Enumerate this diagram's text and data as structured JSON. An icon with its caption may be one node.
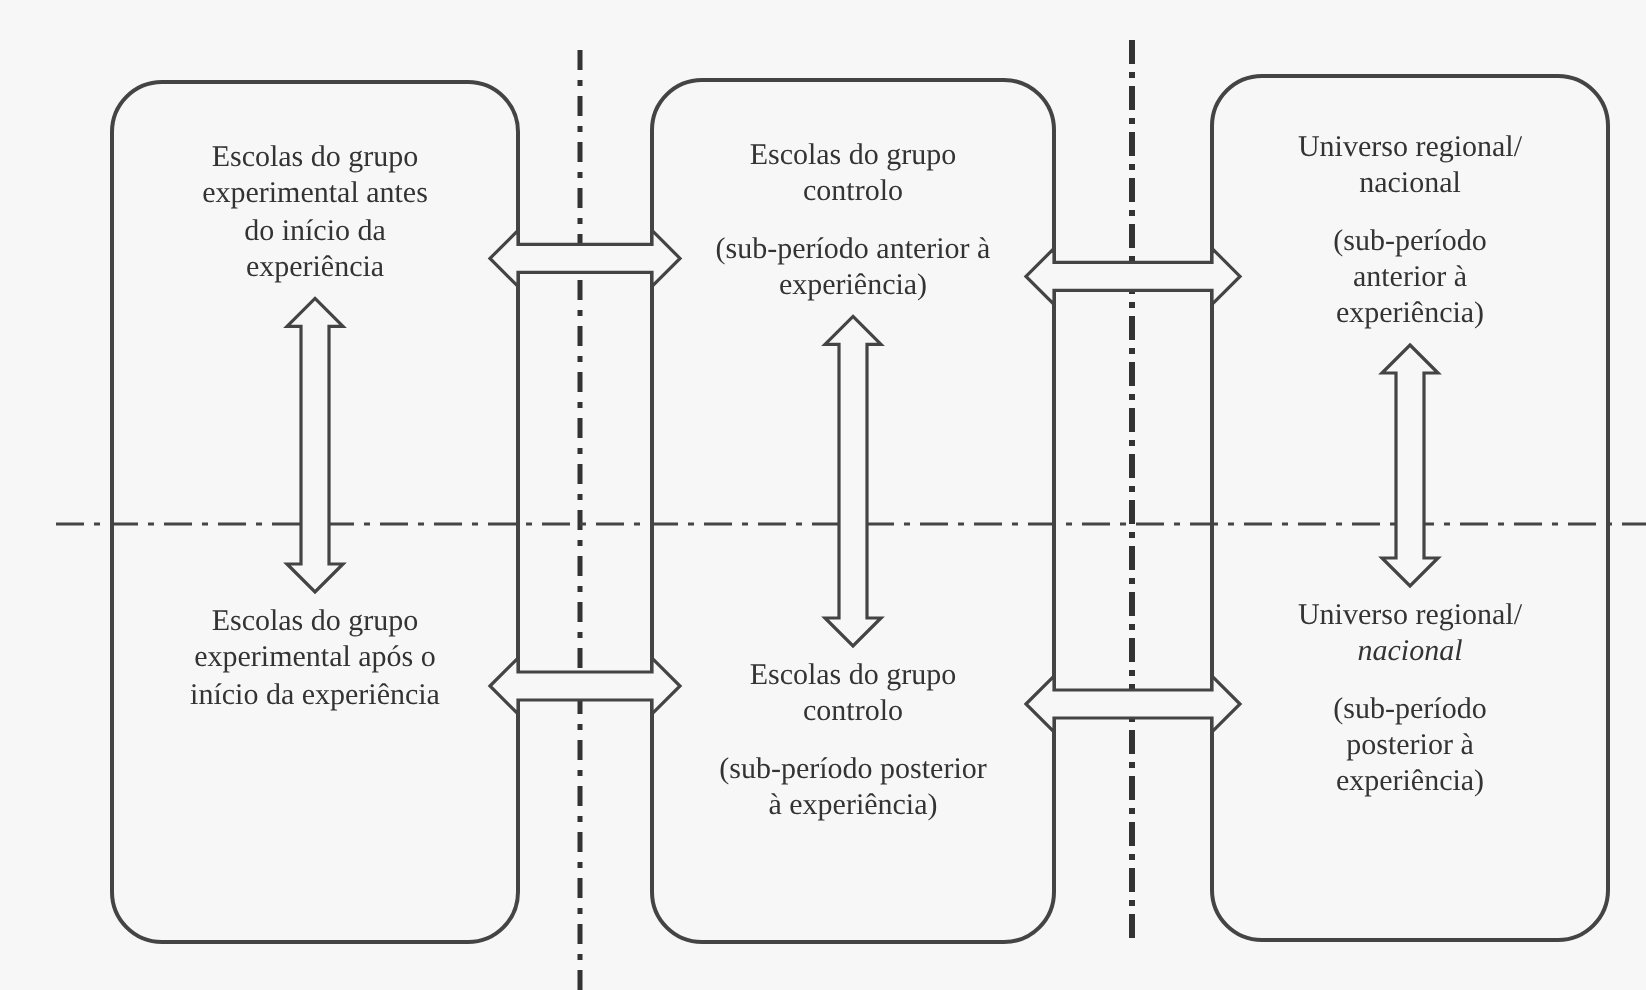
{
  "diagram": {
    "nodes": [
      {
        "text": [],
        "shape": "box"
      },
      {
        "text": [
          "Escolas do grupo experimental antes do início da experiência"
        ],
        "in": 0
      },
      {
        "text": [
          "Escolas do grupo experimental após o início da experiência"
        ],
        "in": 0
      },
      {
        "text": [],
        "shape": "box"
      },
      {
        "text": [
          "Escolas do grupo controlo",
          "(sub-período anterior à experiência)"
        ],
        "in": 3
      },
      {
        "text": [
          "Escolas do grupo controlo",
          "(sub-período posterior à experiência)"
        ],
        "in": 3
      },
      {
        "text": [],
        "shape": "box"
      },
      {
        "text": [
          "Universo regional/ nacional",
          "(sub-período anterior à experiência)"
        ],
        "in": 6
      },
      {
        "text": [
          "Universo regional/ *nacional*",
          "(sub-período posterior à experiência)"
        ],
        "in": 6
      }
    ],
    "edges": [
      {
        "from": 1,
        "to": 2,
        "arrow": "both"
      },
      {
        "from": 4,
        "to": 5,
        "arrow": "both"
      },
      {
        "from": 7,
        "to": 8,
        "arrow": "both"
      },
      {
        "from": 1,
        "to": 4,
        "arrow": "both"
      },
      {
        "from": 4,
        "to": 7,
        "arrow": "both"
      },
      {
        "from": 2,
        "to": 5,
        "arrow": "both"
      },
      {
        "from": 5,
        "to": 8,
        "arrow": "both"
      }
    ]
  }
}
